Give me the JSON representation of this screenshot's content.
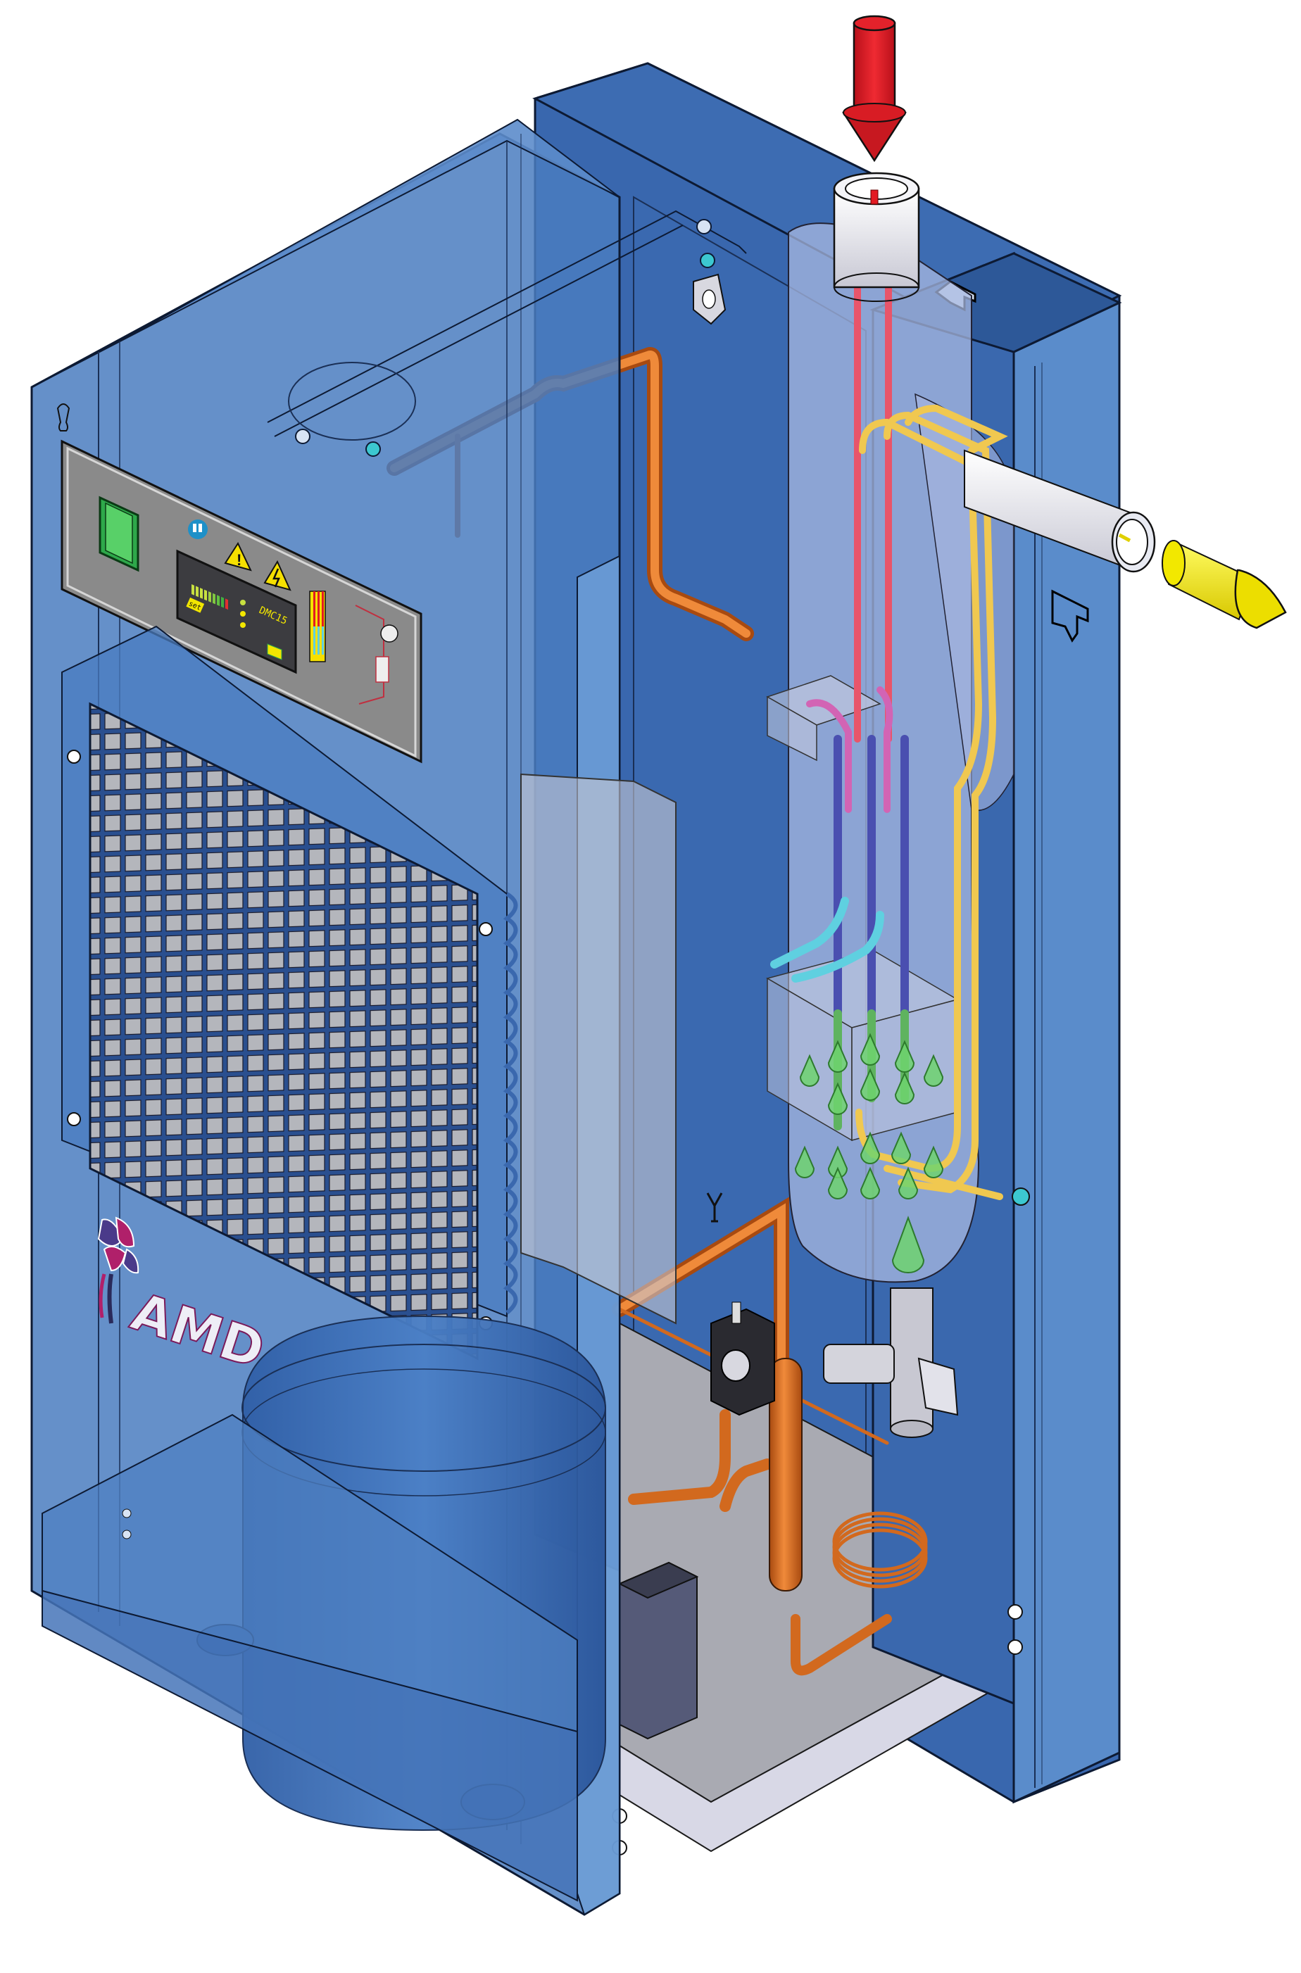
{
  "figure": {
    "subject": "Refrigerated compressed air dryer – cutaway isometric view",
    "background": "#ffffff"
  },
  "colors": {
    "cabinet_blue": "#3f6fb5",
    "cabinet_blue_light": "#6b9bd2",
    "cabinet_blue_dark": "#2e5a9c",
    "copper": "#d2691e",
    "inlet_arrow_red": "#e31b23",
    "outlet_arrow_yellow": "#f2e600",
    "condensate_green": "#6fd36f",
    "hot_air_red": "#e8556a",
    "cold_air_cyan": "#5fd0e0",
    "refrigerant_purple": "#4a4fb0",
    "dry_air_yellow": "#f0c850",
    "steel_grey": "#b0b0b8",
    "panel_grey": "#8a8a8a"
  },
  "flow_arrows": {
    "inlet": {
      "label": "compressed-air-inlet",
      "direction": "down",
      "color": "#e31b23"
    },
    "outlet": {
      "label": "dry-air-outlet",
      "direction": "down-right",
      "color": "#f2e600"
    }
  },
  "control_panel": {
    "power_switch": {
      "state": "on",
      "color": "#2ea84a"
    },
    "controller_model": "DMC15",
    "set_button_label": "set",
    "warning_icons": [
      "general-warning",
      "electrical-hazard"
    ],
    "info_icon": "manual-instructions"
  },
  "branding": {
    "logo_text": "AMD"
  },
  "components": [
    "condenser-grille",
    "condenser-coil",
    "compressor",
    "heat-exchanger-module",
    "condensate-separator",
    "condensate-drain-valve",
    "solenoid-valve",
    "filter-drier",
    "capillary-tube",
    "hot-gas-bypass-valve",
    "fan-motor"
  ],
  "panel_markings": {
    "inlet_symbol": "inlet-port-marker",
    "outlet_symbol": "outlet-port-marker",
    "drain_symbol": "drain-marker"
  }
}
